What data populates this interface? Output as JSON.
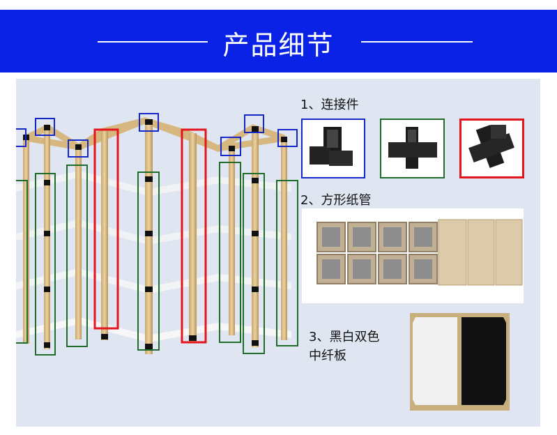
{
  "banner": {
    "title": "产品细节"
  },
  "colors": {
    "banner": "#0a22e6",
    "connector_frame": "#1627c9",
    "tube_frame": "#1f6b2a",
    "highlight_frame": "#e3141b"
  },
  "features": [
    {
      "label": "1、连接件"
    },
    {
      "label": "2、方形纸管"
    },
    {
      "label": "3、黑白双色",
      "label2": "中纤板"
    }
  ]
}
